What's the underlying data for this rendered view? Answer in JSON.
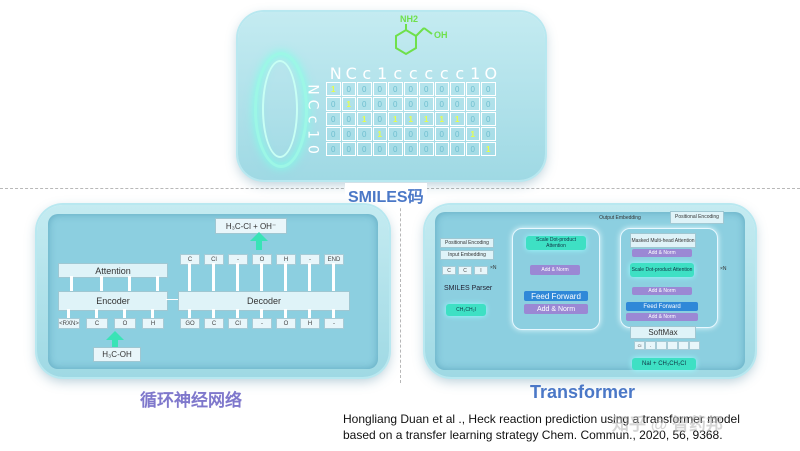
{
  "panels": {
    "smiles": {
      "caption": "SMILES码",
      "molecule": {
        "nh2": "NH2",
        "oh": "OH"
      },
      "columns": [
        "N",
        "C",
        "c",
        "1",
        "c",
        "c",
        "c",
        "c",
        "c",
        "1",
        "O"
      ],
      "rows": [
        "N",
        "C",
        "c",
        "1",
        "0"
      ],
      "matrix": [
        [
          "1",
          "0",
          "0",
          "0",
          "0",
          "0",
          "0",
          "0",
          "0",
          "0",
          "0"
        ],
        [
          "0",
          "1",
          "0",
          "0",
          "0",
          "0",
          "0",
          "0",
          "0",
          "0",
          "0"
        ],
        [
          "0",
          "0",
          "1",
          "0",
          "1",
          "1",
          "1",
          "1",
          "1",
          "0",
          "0"
        ],
        [
          "0",
          "0",
          "0",
          "1",
          "0",
          "0",
          "0",
          "0",
          "0",
          "1",
          "0"
        ],
        [
          "0",
          "0",
          "0",
          "0",
          "0",
          "0",
          "0",
          "0",
          "0",
          "0",
          "1"
        ]
      ]
    },
    "rnn": {
      "caption": "循环神经网络",
      "output": "H₃C-Cl + OH⁻",
      "input": "H₃C-OH",
      "attention": "Attention",
      "encoder": "Encoder",
      "decoder": "Decoder",
      "encoder_tokens": [
        "<RXN>",
        "C",
        "O",
        "H"
      ],
      "decoder_out_tokens": [
        "C",
        "Cl",
        "-",
        "O",
        "H",
        "-",
        "END"
      ],
      "decoder_in_tokens": [
        "GO",
        "C",
        "Cl",
        "-",
        "O",
        "H",
        "-"
      ]
    },
    "transformer": {
      "caption": "Transformer",
      "output_embedding": "Output Embedding",
      "positional_encoding_top": "Positional Encoding",
      "positional_encoding": "Positional Encoding",
      "input_embedding": "Input Embedding",
      "smiles_parser": "SMILES Parser",
      "input_mol": "CH₃CH₂I",
      "input_tokens": [
        "C",
        "C",
        "I"
      ],
      "nx": "×N",
      "enc_attention": "Scale Dot-product Attention",
      "add_norm": "Add & Norm",
      "feed_forward": "Feed Forward",
      "masked_mha": "Masked Multi-head Attention",
      "dec_attention": "Scale Dot-product Attention",
      "softmax": "SoftMax",
      "output_expr": "NaI + CH₃CH₂Cl",
      "output_tokens": [
        "Cl",
        "-",
        "",
        "",
        "",
        ""
      ]
    }
  },
  "citation": {
    "line1": "Hongliang Duan et al ., Heck reaction prediction using a transformer model",
    "line2": "based on a transfer learning strategy  Chem. Commun., 2020, 56, 9368."
  },
  "watermark": "知乎 @ 智药邦"
}
